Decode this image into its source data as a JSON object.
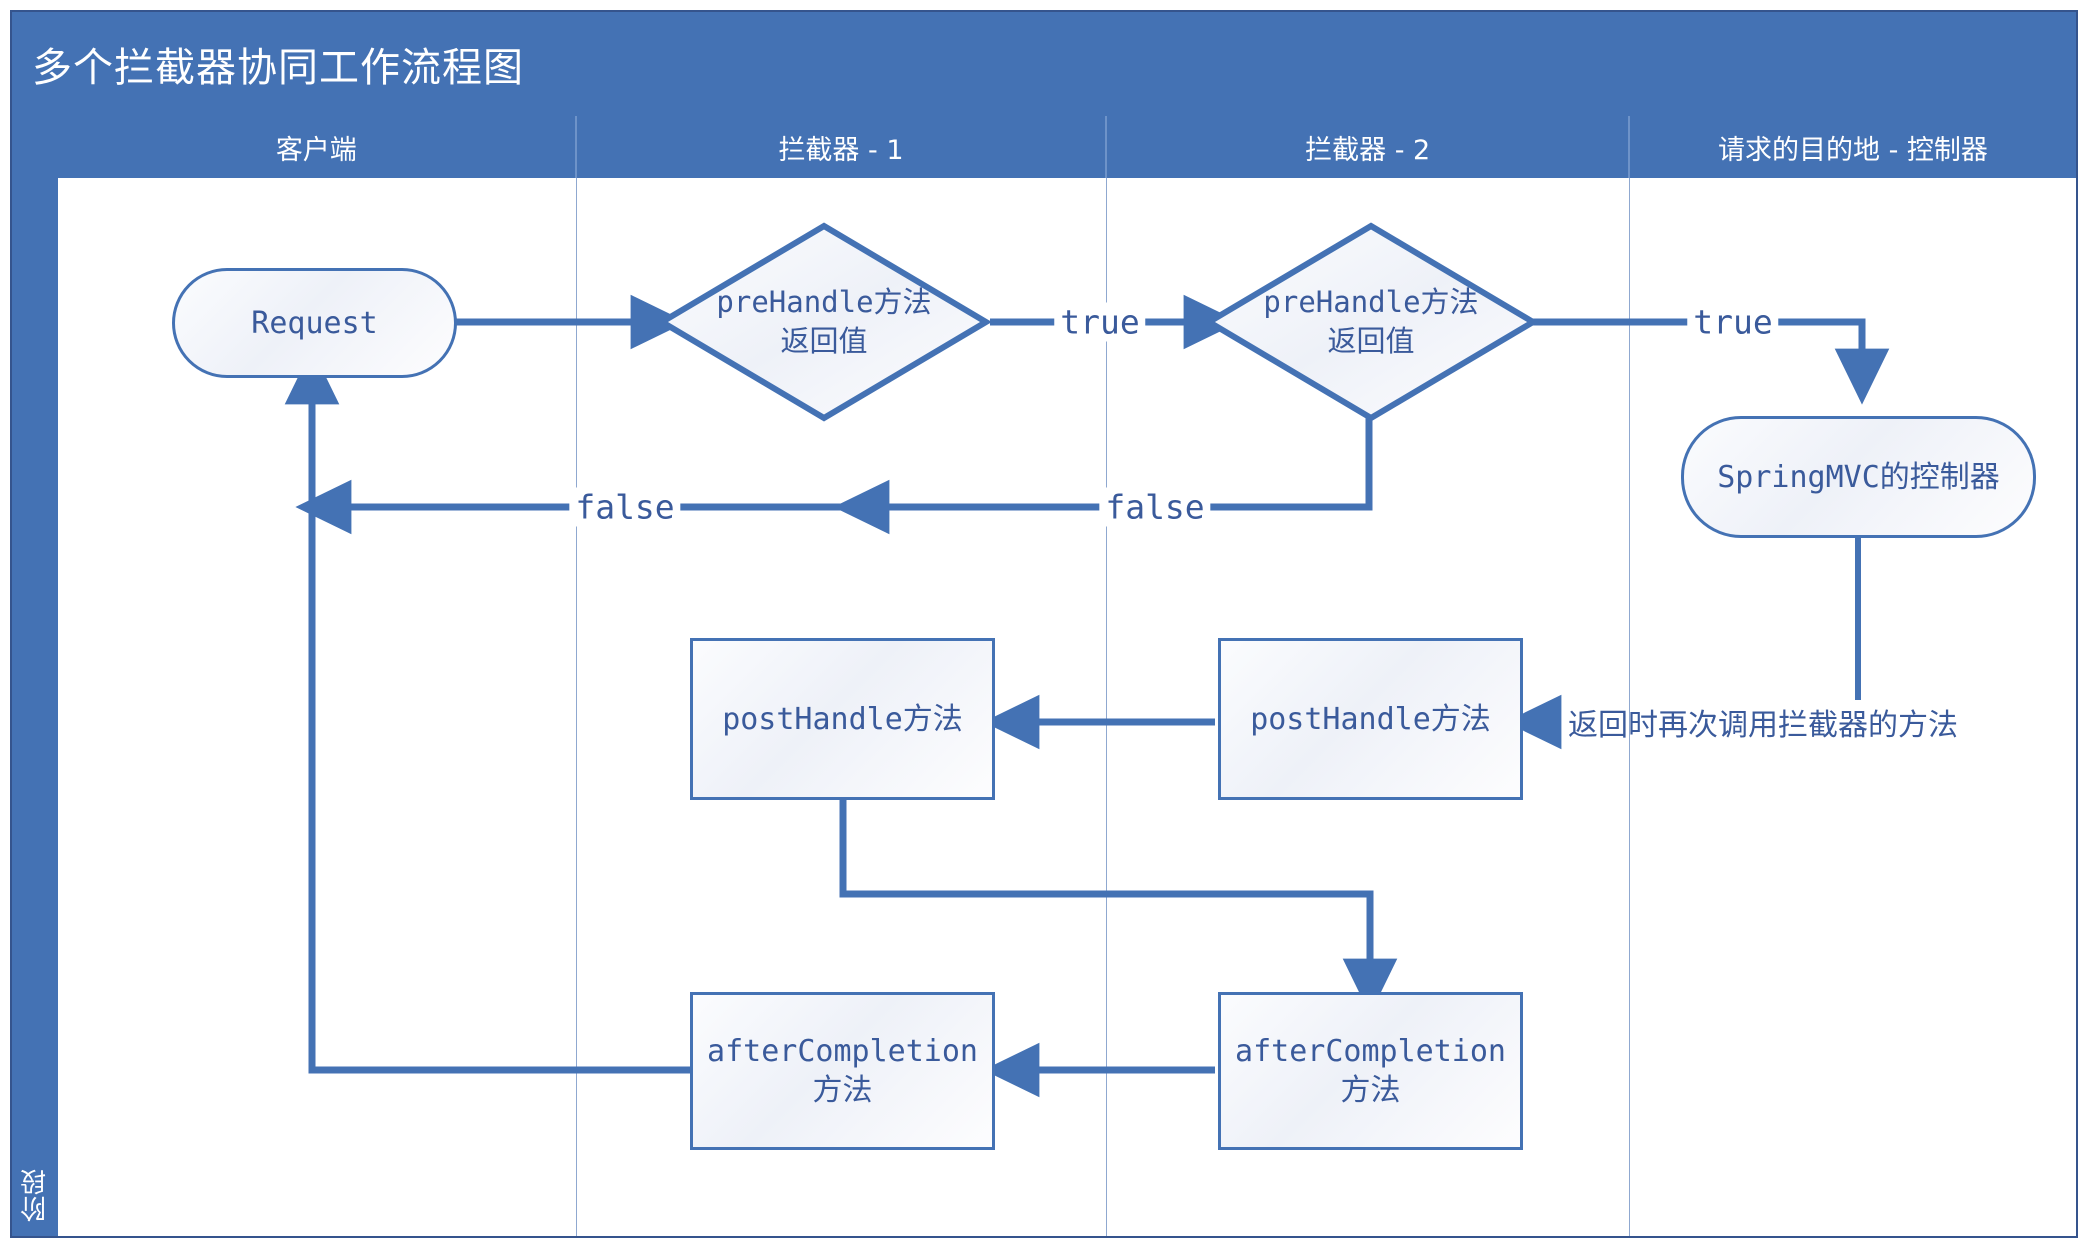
{
  "diagram": {
    "title": "多个拦截器协同工作流程图",
    "phase_label": "阶段",
    "accent_color": "#4472B4",
    "node_text_color": "#3A5A9B",
    "border_color": "#35548D"
  },
  "lanes": [
    {
      "label": "客户端",
      "width_pct": 25.7
    },
    {
      "label": "拦截器 - 1",
      "width_pct": 26.3
    },
    {
      "label": "拦截器 - 2",
      "width_pct": 25.9
    },
    {
      "label": "请求的目的地 - 控制器",
      "width_pct": 22.1
    }
  ],
  "nodes": {
    "request": {
      "label": "Request",
      "shape": "pill"
    },
    "prehandle1": {
      "line1": "preHandle方法",
      "line2": "返回值",
      "shape": "diamond"
    },
    "prehandle2": {
      "line1": "preHandle方法",
      "line2": "返回值",
      "shape": "diamond"
    },
    "controller": {
      "label": "SpringMVC的控制器",
      "shape": "pill"
    },
    "posthandle1": {
      "label": "postHandle方法",
      "shape": "rect"
    },
    "posthandle2": {
      "label": "postHandle方法",
      "shape": "rect"
    },
    "aftercompletion1": {
      "line1": "afterCompletion",
      "line2": "方法",
      "shape": "rect"
    },
    "aftercompletion2": {
      "line1": "afterCompletion",
      "line2": "方法",
      "shape": "rect"
    }
  },
  "edge_labels": {
    "true_1": "true",
    "true_2": "true",
    "false_1": "false",
    "false_2": "false"
  },
  "annotations": {
    "return_note": "返回时再次调用拦截器的方法"
  }
}
